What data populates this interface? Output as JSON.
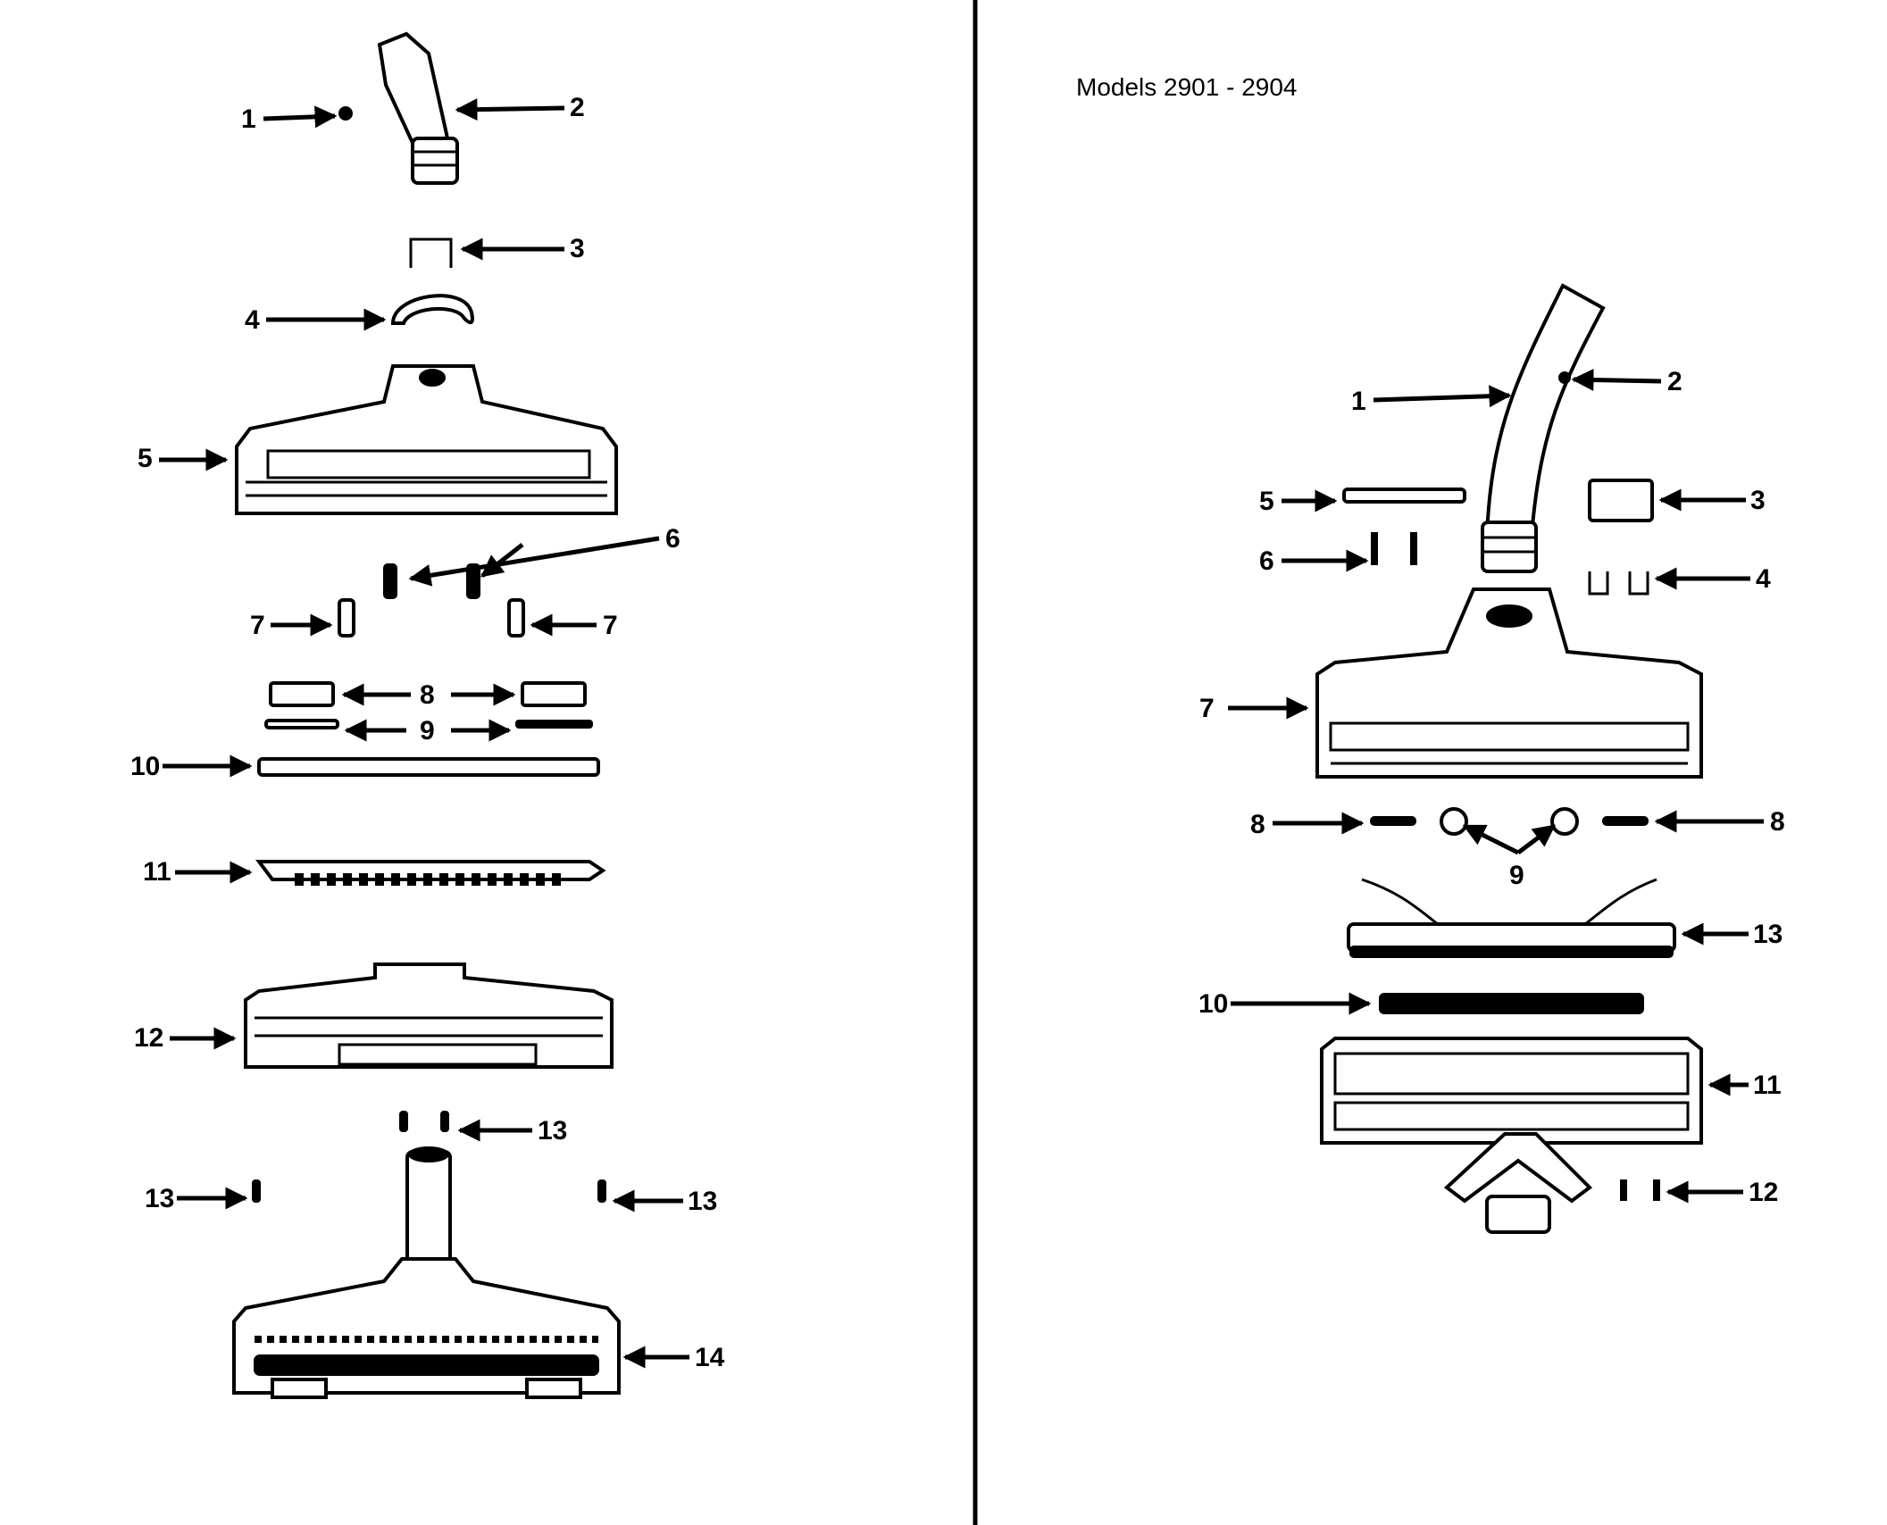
{
  "right_panel": {
    "title": "Models 2901 - 2904"
  },
  "left_labels": [
    "1",
    "2",
    "3",
    "4",
    "5",
    "6",
    "7",
    "7",
    "8",
    "9",
    "10",
    "11",
    "12",
    "13",
    "13",
    "13",
    "14"
  ],
  "right_labels": [
    "1",
    "2",
    "3",
    "4",
    "5",
    "6",
    "7",
    "8",
    "8",
    "9",
    "13",
    "10",
    "11",
    "12"
  ],
  "colors": {
    "ink": "#000000",
    "paper": "#ffffff"
  }
}
